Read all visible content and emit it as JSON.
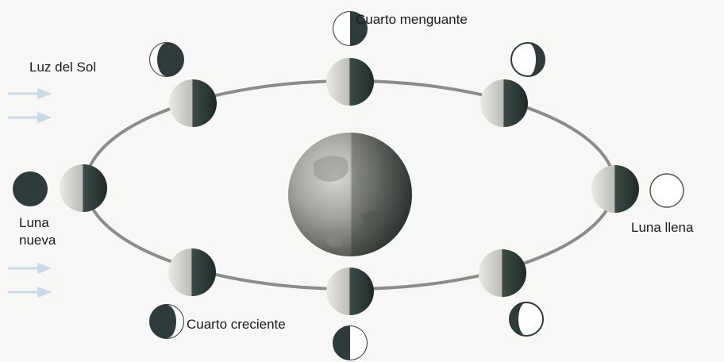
{
  "labels": {
    "cuarto_menguante": "Cuarto menguante",
    "luz_del_sol": "Luz del Sol",
    "luna_nueva_line1": "Luna",
    "luna_nueva_line2": "nueva",
    "luna_llena": "Luna llena",
    "cuarto_creciente": "Cuarto creciente"
  },
  "colors": {
    "background": "#f7f7f5",
    "orbit": "#8c8c8c",
    "sunlight_arrows": "#c9dbe6",
    "moon_dark": "#2f3a3a",
    "moon_light": "#ffffff",
    "earth": "#9a9a96"
  },
  "icons": {
    "earth": "earth-globe-icon",
    "orbit_moon": "moon-sphere-icon",
    "phase": "moon-phase-icon",
    "sun_rays": "sunlight-arrow-icon"
  }
}
